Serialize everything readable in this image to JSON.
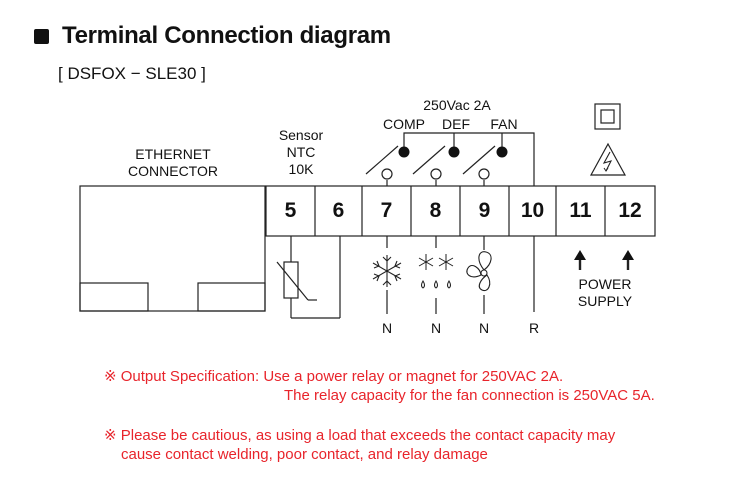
{
  "header": {
    "title": "Terminal Connection diagram",
    "model": "[ DSFOX − SLE30 ]"
  },
  "labels": {
    "ethernet": [
      "ETHERNET",
      "CONNECTOR"
    ],
    "sensor": [
      "Sensor",
      "NTC",
      "10K"
    ],
    "rating": "250Vac 2A",
    "comp": "COMP",
    "def": "DEF",
    "fan": "FAN",
    "power": [
      "POWER",
      "SUPPLY"
    ]
  },
  "terminals": [
    "5",
    "6",
    "7",
    "8",
    "9",
    "10",
    "11",
    "12"
  ],
  "bottom_labels": [
    "N",
    "N",
    "N",
    "R"
  ],
  "notes": {
    "line1": "※ Output Specification: Use a power relay or magnet for 250VAC 2A.",
    "line2": "The relay capacity for the fan connection is 250VAC 5A.",
    "line3": "※ Please be cautious, as using a load that exceeds the contact capacity may",
    "line4": "cause contact welding, poor contact, and relay damage"
  },
  "colors": {
    "text": "#111111",
    "note": "#e8242b",
    "line": "#222222"
  }
}
